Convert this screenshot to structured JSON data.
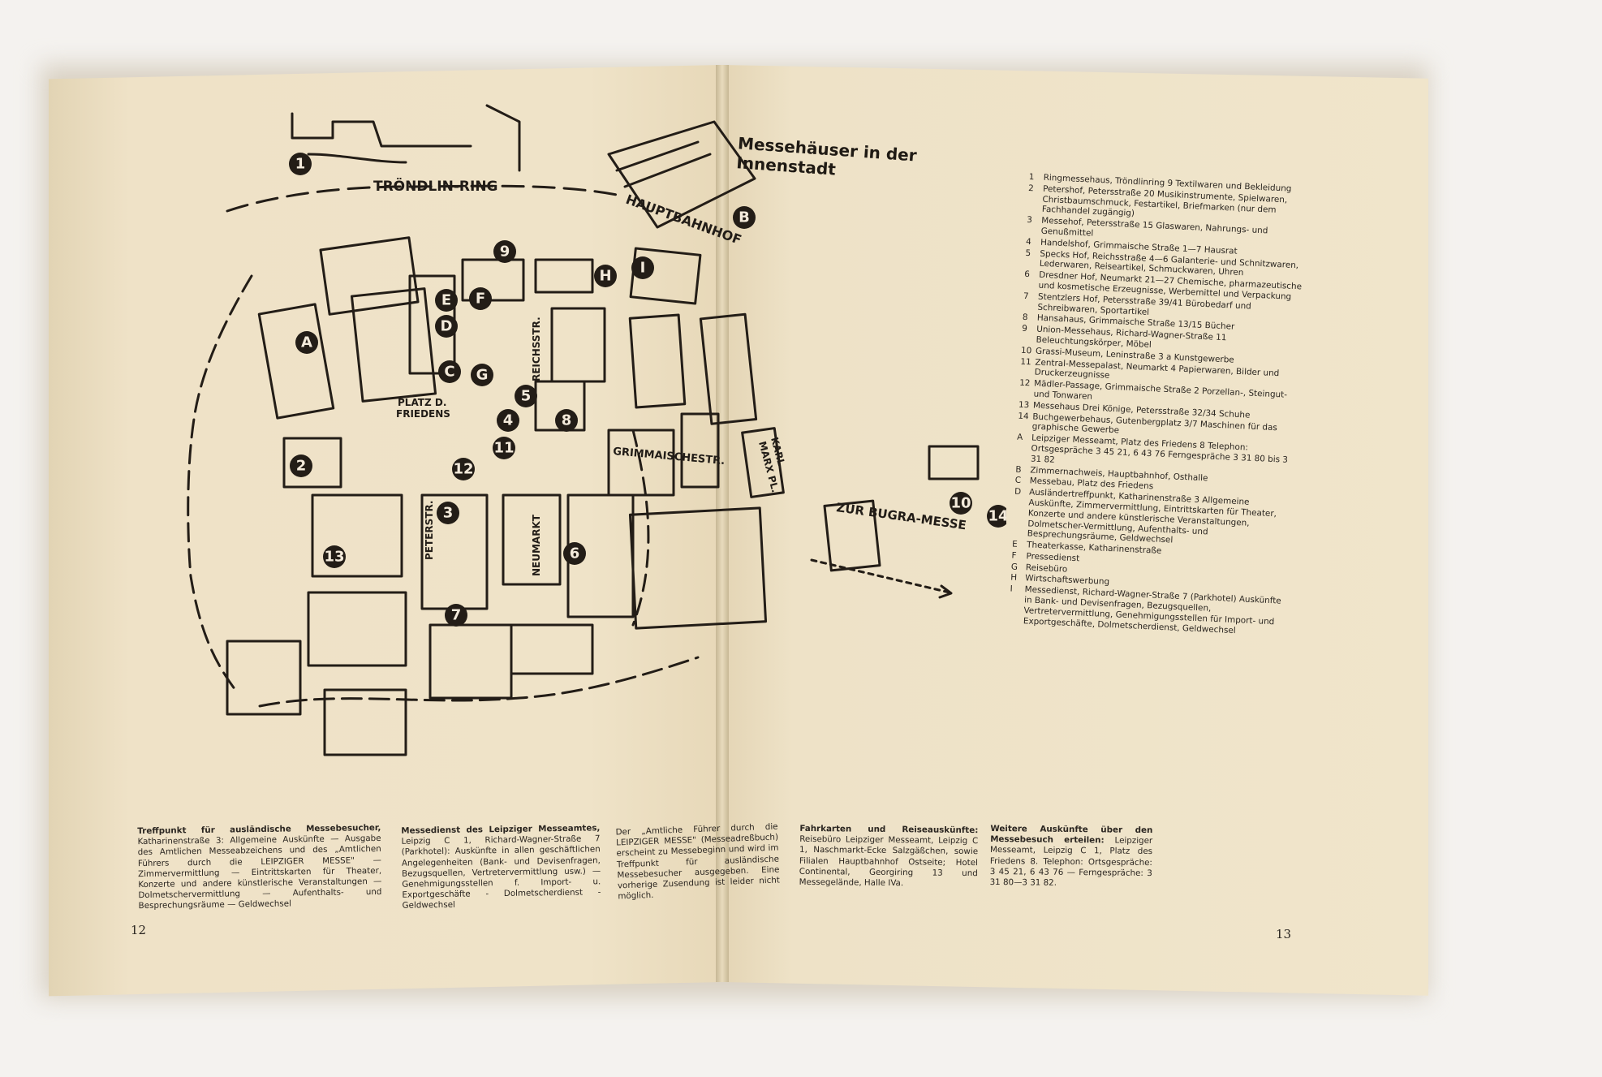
{
  "title": "Messehäuser in der Innenstadt",
  "streets": {
    "troendlin": "TRÖNDLIN-RING",
    "hauptbahnhof": "HAUPTBAHNHOF",
    "reichs": "REICHSSTR.",
    "platz": "PLATZ D.",
    "platz2": "FRIEDENS",
    "grimmaische": "GRIMMAISCHESTR.",
    "karl": "KARL",
    "karl2": "MARX PL.",
    "peter": "PETERSTR.",
    "neumarkt": "NEUMARKT",
    "bugra": "ZUR BUGRA-MESSE"
  },
  "map_markers": [
    "1",
    "2",
    "3",
    "4",
    "5",
    "6",
    "7",
    "8",
    "9",
    "10",
    "11",
    "12",
    "13",
    "14",
    "A",
    "B",
    "C",
    "D",
    "E",
    "F",
    "G",
    "H",
    "I"
  ],
  "legend": [
    {
      "key": "1",
      "text": "Ringmessehaus, Tröndlinring 9 Textilwaren und Bekleidung"
    },
    {
      "key": "2",
      "text": "Petershof, Petersstraße 20 Musikinstrumente, Spielwaren, Christbaumschmuck, Festartikel, Briefmarken (nur dem Fachhandel zugängig)"
    },
    {
      "key": "3",
      "text": "Messehof, Petersstraße 15 Glaswaren, Nahrungs- und Genußmittel"
    },
    {
      "key": "4",
      "text": "Handelshof, Grimmaische Straße 1—7 Hausrat"
    },
    {
      "key": "5",
      "text": "Specks Hof, Reichsstraße 4—6 Galanterie- und Schnitzwaren, Lederwaren, Reiseartikel, Schmuckwaren, Uhren"
    },
    {
      "key": "6",
      "text": "Dresdner Hof, Neumarkt 21—27 Chemische, pharmazeutische und kosmetische Erzeugnisse, Werbemittel und Verpackung"
    },
    {
      "key": "7",
      "text": "Stentzlers Hof, Petersstraße 39/41 Bürobedarf und Schreibwaren, Sportartikel"
    },
    {
      "key": "8",
      "text": "Hansahaus, Grimmaische Straße 13/15 Bücher"
    },
    {
      "key": "9",
      "text": "Union-Messehaus, Richard-Wagner-Straße 11 Beleuchtungskörper, Möbel"
    },
    {
      "key": "10",
      "text": "Grassi-Museum, Leninstraße 3 a Kunstgewerbe"
    },
    {
      "key": "11",
      "text": "Zentral-Messepalast, Neumarkt 4 Papierwaren, Bilder und Druckerzeugnisse"
    },
    {
      "key": "12",
      "text": "Mädler-Passage, Grimmaische Straße 2 Porzellan-, Steingut- und Tonwaren"
    },
    {
      "key": "13",
      "text": "Messehaus Drei Könige, Petersstraße 32/34 Schuhe"
    },
    {
      "key": "14",
      "text": "Buchgewerbehaus, Gutenbergplatz 3/7 Maschinen für das graphische Gewerbe"
    },
    {
      "key": "A",
      "text": "Leipziger Messeamt, Platz des Friedens 8 Telephon: Ortsgespräche 3 45 21, 6 43 76 Ferngespräche 3 31 80 bis 3 31 82"
    },
    {
      "key": "B",
      "text": "Zimmernachweis, Hauptbahnhof, Osthalle"
    },
    {
      "key": "C",
      "text": "Messebau, Platz des Friedens"
    },
    {
      "key": "D",
      "text": "Ausländertreffpunkt, Katharinenstraße 3 Allgemeine Auskünfte, Zimmervermittlung, Eintrittskarten für Theater, Konzerte und andere künstlerische Veranstaltungen, Dolmetscher-Vermittlung, Aufenthalts- und Besprechungsräume, Geldwechsel"
    },
    {
      "key": "E",
      "text": "Theaterkasse, Katharinenstraße"
    },
    {
      "key": "F",
      "text": "Pressedienst"
    },
    {
      "key": "G",
      "text": "Reisebüro"
    },
    {
      "key": "H",
      "text": "Wirtschaftswerbung"
    },
    {
      "key": "I",
      "text": "Messedienst, Richard-Wagner-Straße 7 (Parkhotel) Auskünfte in Bank- und Devisenfragen, Bezugsquellen, Vertretervermittlung, Genehmigungsstellen für Import- und Exportgeschäfte, Dolmetscherdienst, Geldwechsel"
    }
  ],
  "columns": [
    {
      "head": "Treffpunkt für ausländische Messebesucher,",
      "body": "Katharinenstraße 3: Allgemeine Auskünfte — Ausgabe des Amtlichen Messeabzeichens und des „Amtlichen Führers durch die LEIPZIGER MESSE\" — Zimmervermittlung — Eintrittskarten für Theater, Konzerte und andere künstlerische Veranstaltungen — Dolmetschervermittlung — Aufenthalts- und Besprechungsräume — Geldwechsel"
    },
    {
      "head": "Messedienst des Leipziger Messeamtes,",
      "body": "Leipzig C 1, Richard-Wagner-Straße 7 (Parkhotel): Auskünfte in allen geschäftlichen Angelegenheiten (Bank- und Devisenfragen, Bezugsquellen, Vertretervermittlung usw.) — Genehmigungsstellen f. Import- u. Exportgeschäfte - Dolmetscherdienst - Geldwechsel"
    },
    {
      "head": "",
      "body": "Der „Amtliche Führer durch die LEIPZIGER MESSE\" (Messeadreßbuch) erscheint zu Messebeginn und wird im Treffpunkt für ausländische Messebesucher ausgegeben. Eine vorherige Zusendung ist leider nicht möglich."
    },
    {
      "head": "Fahrkarten und Reiseauskünfte:",
      "body": "Reisebüro Leipziger Messeamt, Leipzig C 1, Naschmarkt-Ecke Salzgäßchen, sowie Filialen Hauptbahnhof Ostseite; Hotel Continental, Georgiring 13 und Messegelände, Halle IVa."
    },
    {
      "head": "Weitere Auskünfte über den Messebesuch erteilen:",
      "body": "Leipziger Messeamt, Leipzig C 1, Platz des Friedens 8. Telephon: Ortsgespräche: 3 45 21, 6 43 76 — Ferngespräche: 3 31 80—3 31 82."
    }
  ],
  "page_numbers": {
    "left": "12",
    "right": "13"
  }
}
